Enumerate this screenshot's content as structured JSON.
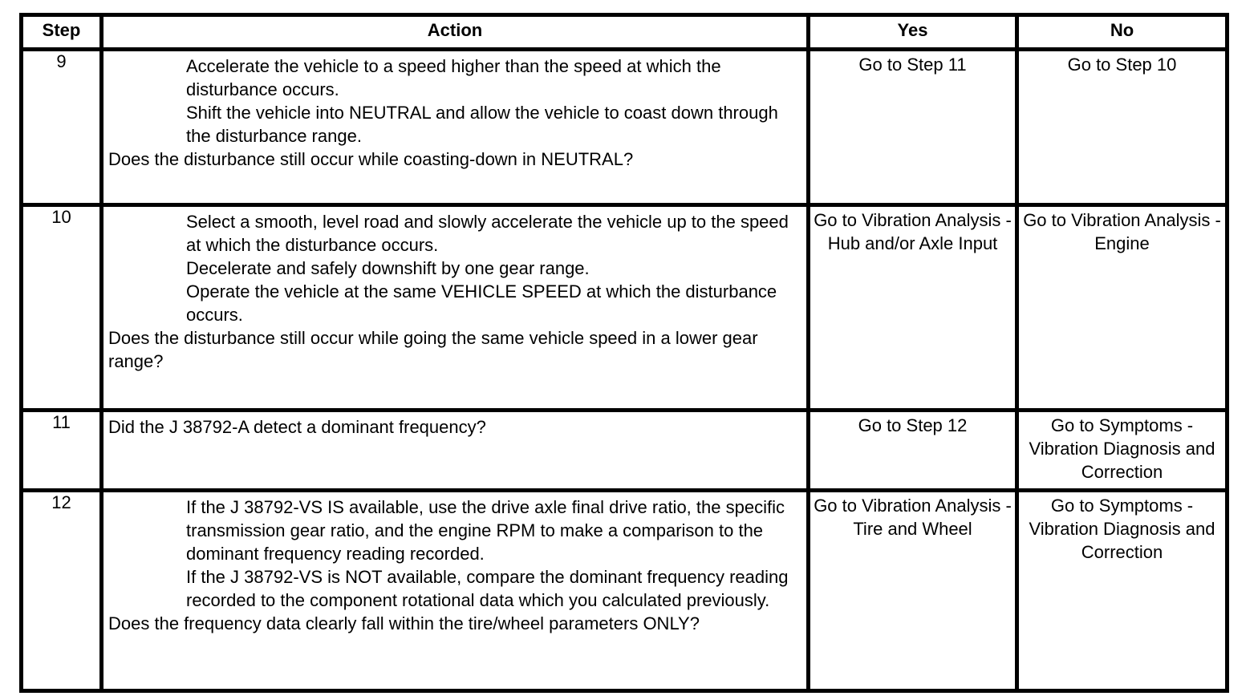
{
  "table": {
    "headers": {
      "step": "Step",
      "action": "Action",
      "yes": "Yes",
      "no": "No"
    },
    "rows": [
      {
        "step": "9",
        "instructions": [
          "Accelerate the vehicle to a speed higher than the speed at which the disturbance occurs.",
          "Shift the vehicle into NEUTRAL and allow the vehicle to coast down through the disturbance range."
        ],
        "question": "Does the disturbance still occur while coasting-down in NEUTRAL?",
        "yes": "Go to Step 11",
        "no": "Go to Step 10"
      },
      {
        "step": "10",
        "instructions": [
          "Select a smooth, level road and slowly accelerate the vehicle up to the speed at which the disturbance occurs.",
          "Decelerate and safely downshift by one gear range.",
          "Operate the vehicle at the same VEHICLE SPEED at which the disturbance occurs."
        ],
        "question": "Does the disturbance still occur while going the same vehicle speed in a lower gear range?",
        "yes": "Go to Vibration Analysis - Hub and/or Axle Input",
        "no": "Go to Vibration Analysis - Engine"
      },
      {
        "step": "11",
        "instructions": [],
        "question": "Did the J 38792-A detect a dominant frequency?",
        "yes": "Go to Step 12",
        "no": "Go to Symptoms - Vibration Diagnosis and Correction"
      },
      {
        "step": "12",
        "instructions": [
          "If the J 38792-VS IS available, use the drive axle final drive ratio, the specific transmission gear ratio, and the engine RPM to make a comparison to the dominant frequency reading recorded.",
          "If the J 38792-VS is NOT available, compare the dominant frequency reading recorded to the component rotational data which you calculated previously."
        ],
        "question": "Does the frequency data clearly fall within the tire/wheel parameters ONLY?",
        "yes": "Go to Vibration Analysis - Tire and Wheel",
        "no": "Go to Symptoms - Vibration Diagnosis and Correction"
      }
    ]
  },
  "colors": {
    "border": "#000000",
    "text": "#000000",
    "background": "#ffffff"
  }
}
